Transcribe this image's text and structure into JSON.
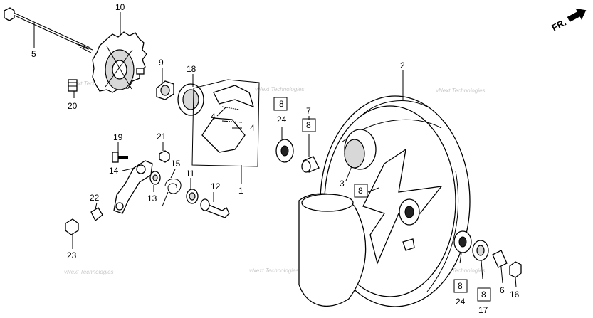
{
  "direction_indicator": "FR.",
  "watermark": "vNext Technologies",
  "callouts": [
    "1",
    "2",
    "3",
    "4",
    "4",
    "5",
    "6",
    "7",
    "8",
    "8",
    "8",
    "8",
    "8",
    "9",
    "10",
    "11",
    "12",
    "13",
    "14",
    "15",
    "16",
    "17",
    "18",
    "19",
    "20",
    "21",
    "22",
    "23",
    "24",
    "24"
  ],
  "boxed_callouts": [
    "8",
    "8",
    "8",
    "8",
    "8"
  ],
  "colors": {
    "line": "#000000",
    "background": "#ffffff",
    "watermark": "#c9c9c9"
  }
}
